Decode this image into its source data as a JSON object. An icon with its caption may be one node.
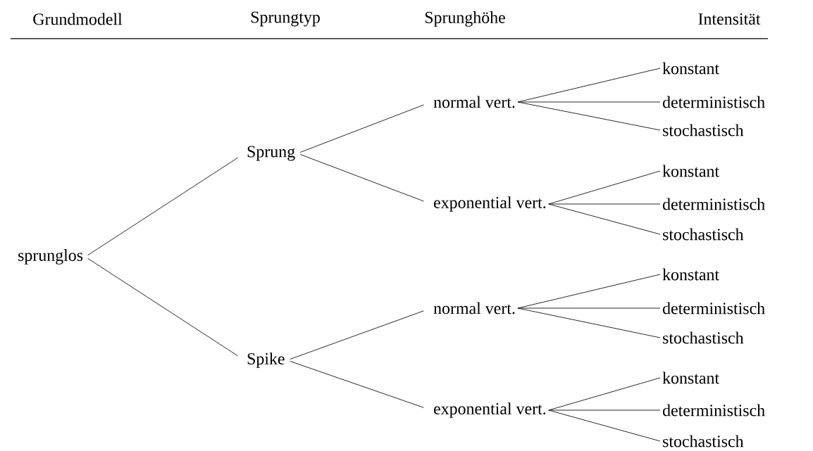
{
  "diagram": {
    "nodes": [
      {
        "text": [
          "sprunglos"
        ]
      },
      {
        "text": [
          "Sprung"
        ]
      },
      {
        "text": [
          "Spike"
        ]
      },
      {
        "text": [
          "normal vert."
        ]
      },
      {
        "text": [
          "exponential vert."
        ]
      },
      {
        "text": [
          "normal vert."
        ]
      },
      {
        "text": [
          "exponential vert."
        ]
      },
      {
        "text": [
          "konstant"
        ]
      },
      {
        "text": [
          "deterministisch"
        ]
      },
      {
        "text": [
          "stochastisch"
        ]
      },
      {
        "text": [
          "konstant"
        ]
      },
      {
        "text": [
          "deterministisch"
        ]
      },
      {
        "text": [
          "stochastisch"
        ]
      },
      {
        "text": [
          "konstant"
        ]
      },
      {
        "text": [
          "deterministisch"
        ]
      },
      {
        "text": [
          "stochastisch"
        ]
      },
      {
        "text": [
          "konstant"
        ]
      },
      {
        "text": [
          "deterministisch"
        ]
      },
      {
        "text": [
          "stochastisch"
        ]
      }
    ],
    "edges": [
      {
        "from": 0,
        "to": 1,
        "arrow": "none"
      },
      {
        "from": 0,
        "to": 2,
        "arrow": "none"
      },
      {
        "from": 1,
        "to": 3,
        "arrow": "none"
      },
      {
        "from": 1,
        "to": 4,
        "arrow": "none"
      },
      {
        "from": 2,
        "to": 5,
        "arrow": "none"
      },
      {
        "from": 2,
        "to": 6,
        "arrow": "none"
      },
      {
        "from": 3,
        "to": 7,
        "arrow": "none"
      },
      {
        "from": 3,
        "to": 8,
        "arrow": "none"
      },
      {
        "from": 3,
        "to": 9,
        "arrow": "none"
      },
      {
        "from": 4,
        "to": 10,
        "arrow": "none"
      },
      {
        "from": 4,
        "to": 11,
        "arrow": "none"
      },
      {
        "from": 4,
        "to": 12,
        "arrow": "none"
      },
      {
        "from": 5,
        "to": 13,
        "arrow": "none"
      },
      {
        "from": 5,
        "to": 14,
        "arrow": "none"
      },
      {
        "from": 5,
        "to": 15,
        "arrow": "none"
      },
      {
        "from": 6,
        "to": 16,
        "arrow": "none"
      },
      {
        "from": 6,
        "to": 17,
        "arrow": "none"
      },
      {
        "from": 6,
        "to": 18,
        "arrow": "none"
      }
    ],
    "labels": [
      "Grundmodell",
      "Sprungtyp",
      "Sprunghöhe",
      "Intensität"
    ]
  }
}
